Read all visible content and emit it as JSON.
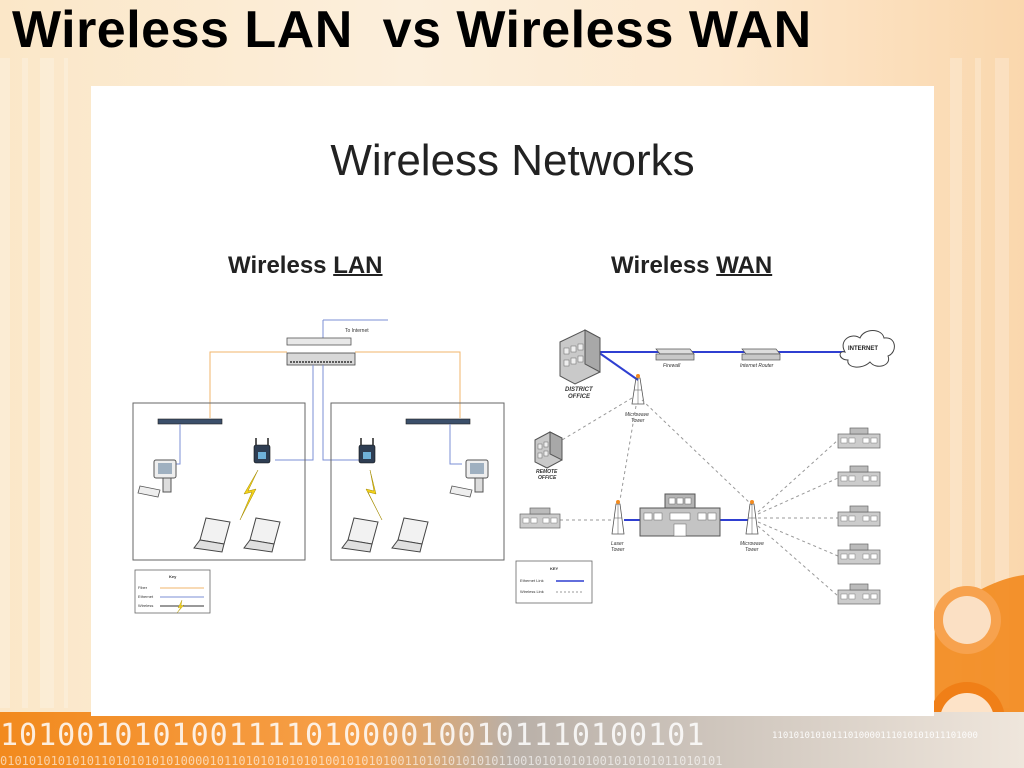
{
  "slide": {
    "title": "Wireless LAN  vs Wireless WAN"
  },
  "panel": {
    "title": "Wireless Networks",
    "lan": {
      "prefix": "Wireless ",
      "underlined": "LAN"
    },
    "wan": {
      "prefix": "Wireless ",
      "underlined": "WAN"
    }
  },
  "lan_diagram": {
    "to_internet": "To Internet",
    "key": {
      "title": "Key",
      "fiber": "Fiber",
      "ethernet": "Ethernet",
      "wireless": "Wireless"
    }
  },
  "wan_diagram": {
    "district_office": [
      "DISTRICT",
      "OFFICE"
    ],
    "firewall": "Firewall",
    "internet_router": "Internet Router",
    "internet": "INTERNET",
    "microwave_tower_top": [
      "Microwave",
      "Tower"
    ],
    "remote_office": [
      "REMOTE",
      "OFFICE"
    ],
    "laser_tower": [
      "Laser",
      "Tower"
    ],
    "microwave_tower_bottom": [
      "Microwave",
      "Tower"
    ],
    "key": {
      "title": "KEY",
      "ethernet_link": "Ethernet Link",
      "wireless_link": "Wireless Link"
    }
  },
  "footer": {
    "binary_large": "1010010101001111010000100101110100101",
    "binary_small": "11010101010111010000111010101011101000",
    "binary_row2": "0101010101010110101010101000010110101010101010010101010011010101010101100101010101001010101011010101"
  },
  "colors": {
    "fiber": "#f2b56b",
    "ethernet": "#7b8fd6",
    "wireless_bolt": "#f3d21a",
    "wan_link": "#2f3fd1",
    "accent_orange": "#f28a1e"
  }
}
